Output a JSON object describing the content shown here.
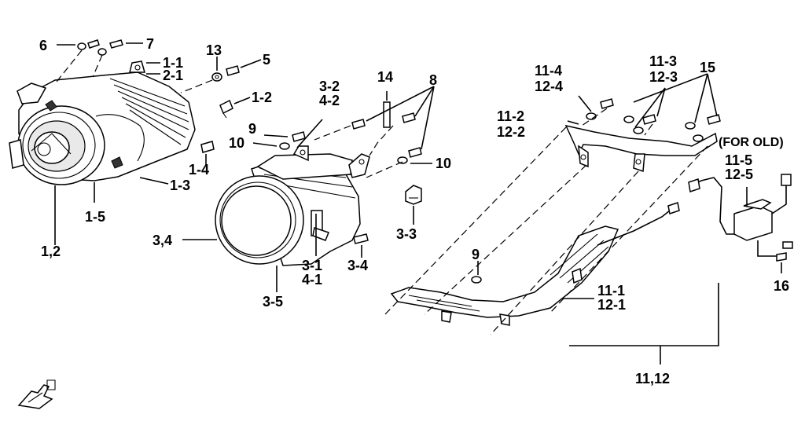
{
  "labels": {
    "l6": "6",
    "l7": "7",
    "l13": "13",
    "l5": "5",
    "l1_1": "1-1",
    "l2_1": "2-1",
    "l1_2": "1-2",
    "l9a": "9",
    "l10a": "10",
    "l1_4": "1-4",
    "l1_3": "1-3",
    "l1_5": "1-5",
    "l12": "1,2",
    "l3_2": "3-2",
    "l4_2": "4-2",
    "l14": "14",
    "l8": "8",
    "l10b": "10",
    "l3_3": "3-3",
    "l3_4a": "3,4",
    "l3_1": "3-1",
    "l4_1": "4-1",
    "l3_4b": "3-4",
    "l3_5": "3-5",
    "l11_4": "11-4",
    "l12_4": "12-4",
    "l11_2": "11-2",
    "l12_2": "12-2",
    "l11_3": "11-3",
    "l12_3": "12-3",
    "l15": "15",
    "for_old": "(FOR OLD)",
    "l11_5": "11-5",
    "l12_5": "12-5",
    "l16": "16",
    "l9b": "9",
    "l11_1": "11-1",
    "l12_1": "12-1",
    "l11_12": "11,12"
  },
  "icons": {
    "front": "front-direction-arrow-icon"
  }
}
